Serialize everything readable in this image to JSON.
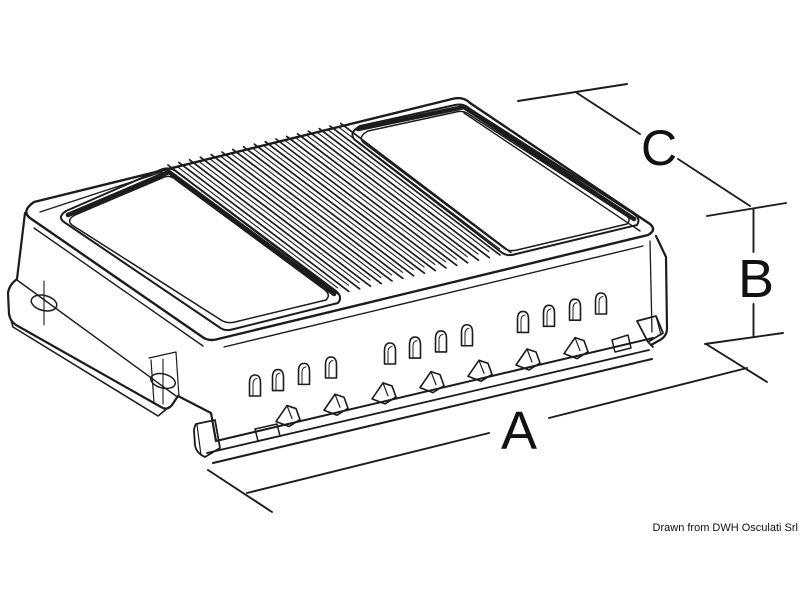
{
  "diagram": {
    "type": "technical-drawing",
    "subject": "Finned electronic module enclosure, isometric CAD line drawing with overall dimensions",
    "dimension_labels": {
      "length": "A",
      "height": "B",
      "width": "C"
    },
    "attribution": "Drawn from DWH Osculati Srl",
    "features": {
      "fin_count": 17,
      "vent_slot_groups": 3,
      "vent_slots_per_group": 4,
      "rail_clip_count": 7,
      "rail_notch_count": 2,
      "screw_hole_count": 2,
      "recessed_panel_count": 2
    },
    "colors": {
      "line": "#1c1c1c",
      "background": "#ffffff"
    }
  }
}
